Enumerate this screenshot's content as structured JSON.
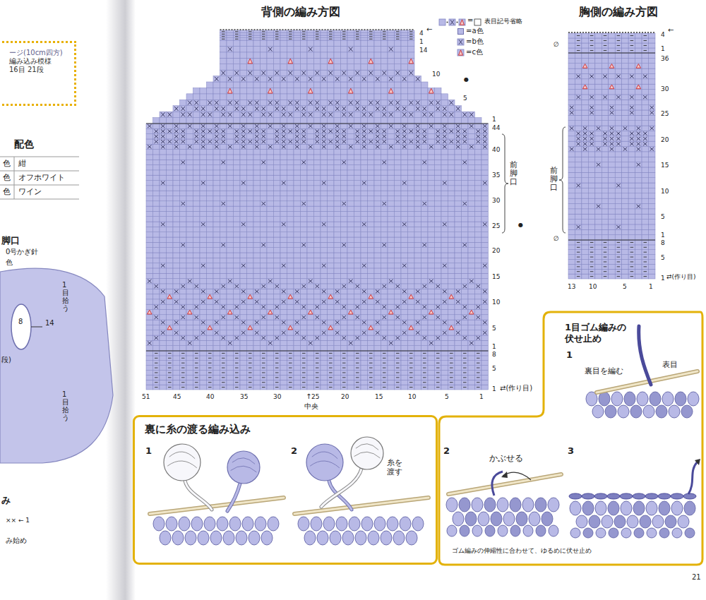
{
  "diagram": {
    "nodes": [
      {
        "text": [
          "ージ(10cm四方)",
          "編み込み模様",
          "16目 21段"
        ]
      },
      {
        "text": [
          "裏に糸の渡る編み込み"
        ]
      },
      {
        "text": [
          "1目ゴム編みの 伏せ止め"
        ]
      }
    ],
    "labels": [
      "配色",
      "色",
      "紺",
      "色",
      "オフホワイト",
      "色",
      "ワイン",
      "脚口",
      "0号かぎ針",
      "色",
      "1目拾う",
      "8",
      "14",
      "段)",
      "1目拾う",
      "み",
      "×× ← 1",
      "み始め",
      "背側の編み方図",
      "=",
      "4",
      "←",
      "1",
      "14",
      "10",
      "5",
      "1",
      "44",
      "40",
      "35",
      "30",
      "25",
      "20",
      "15",
      "10",
      "5",
      "1",
      "8",
      "5",
      "1",
      "⇄(作り目)",
      "●",
      "●",
      "前脚口",
      "51",
      "45",
      "40",
      "35",
      "30",
      "↑",
      "25",
      "20",
      "15",
      "10",
      "5",
      "1",
      "中央",
      "胸側の編み方図",
      "←",
      "4",
      "1",
      "36",
      "30",
      "25",
      "20",
      "15",
      "10",
      "5",
      "1",
      "8",
      "5",
      "1",
      "⇄(作り目)",
      "∅",
      "∅",
      "前脚口",
      "13",
      "10",
      "5",
      "1",
      "1",
      "2",
      "糸を 渡す",
      "1",
      "裏目を編む",
      "表目",
      "2",
      "かぶせる",
      "3",
      "ゴム編みの伸縮性に合わせて、ゆるめに伏せ止め",
      "21"
    ],
    "legend": [
      {
        "text": "表目記号省略"
      },
      {
        "text": "=a色",
        "color": "#b8b9e6"
      },
      {
        "text": "=b色"
      },
      {
        "text": "=c色"
      }
    ]
  }
}
